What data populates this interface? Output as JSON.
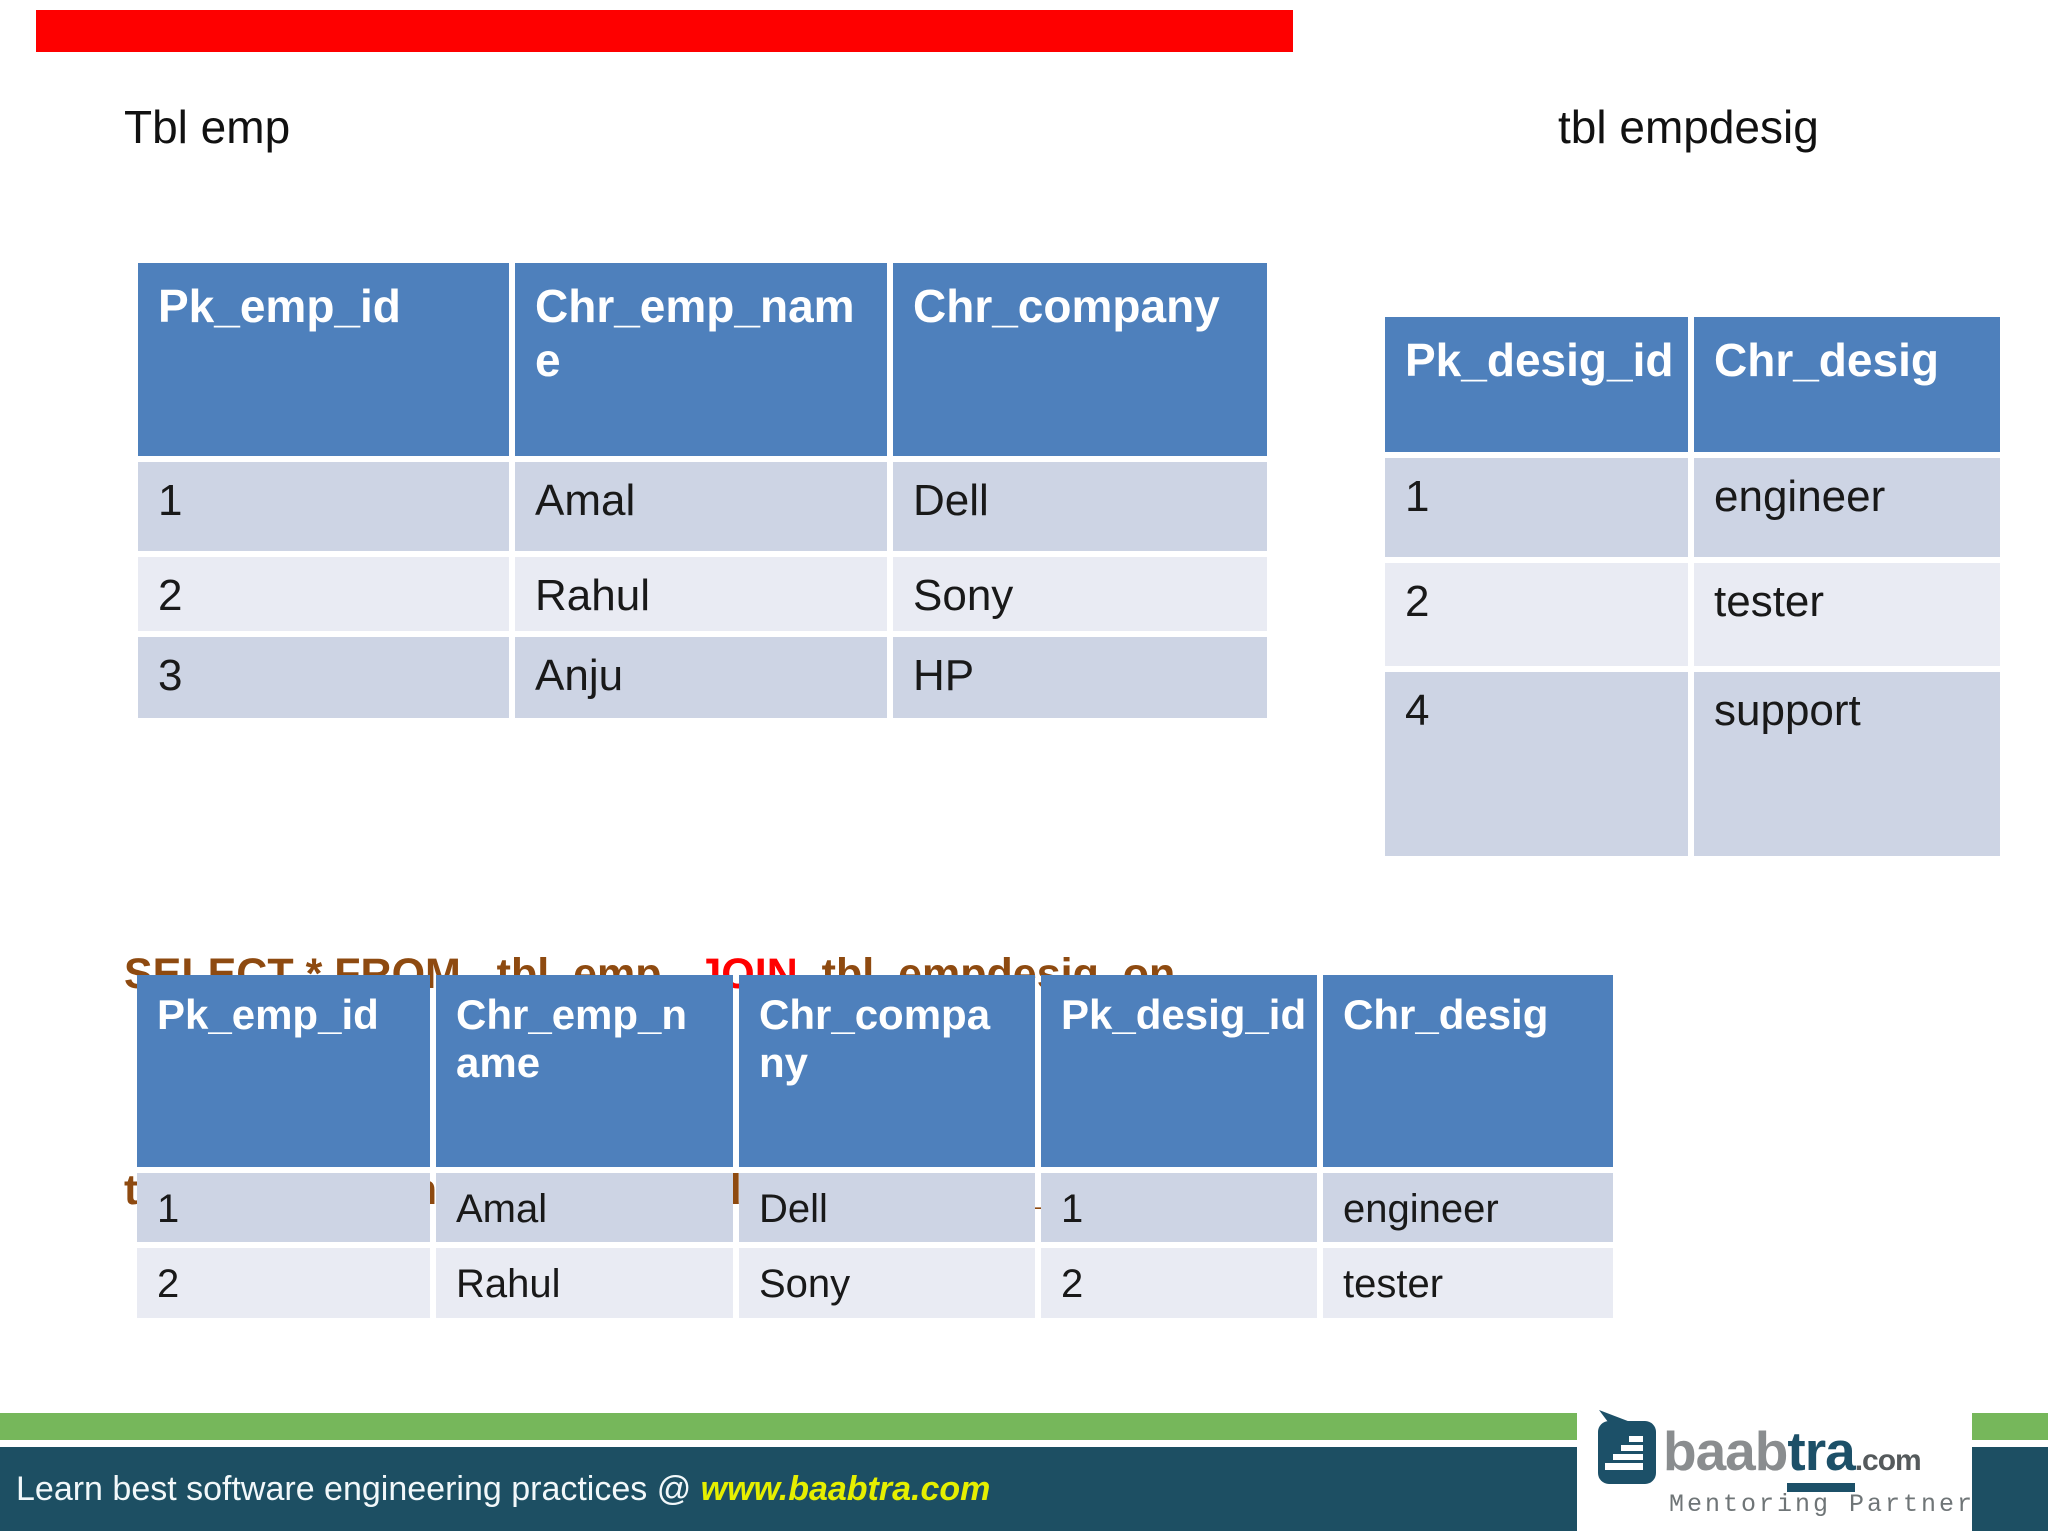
{
  "titles": {
    "left": "Tbl emp",
    "right": "tbl empdesig"
  },
  "sql": {
    "line1_before_join": "SELECT * FROM   tbl_emp   ",
    "join_keyword": "JOIN",
    "line1_after_join": "  tbl_empdesig  on",
    "line2": "tbl_emp.pk_emp_id=tbl_empdesig.pk_desig_id"
  },
  "tables": {
    "emp": {
      "headers": [
        "Pk_emp_id",
        "Chr_emp_nam\ne",
        "Chr_company"
      ],
      "rows": [
        [
          "1",
          "Amal",
          "Dell"
        ],
        [
          "2",
          "Rahul",
          "Sony"
        ],
        [
          "3",
          "Anju",
          "HP"
        ]
      ]
    },
    "empdesig": {
      "headers": [
        "Pk_desig_id",
        "Chr_desig"
      ],
      "rows": [
        [
          "1",
          "engineer"
        ],
        [
          "2",
          "tester"
        ],
        [
          "4",
          "support"
        ]
      ]
    },
    "join_result": {
      "headers": [
        "Pk_emp_id",
        "Chr_emp_n\name",
        "Chr_compa\nny",
        "Pk_desig_id",
        "Chr_desig"
      ],
      "rows": [
        [
          "1",
          "Amal",
          "Dell",
          "1",
          "engineer"
        ],
        [
          "2",
          "Rahul",
          "Sony",
          "2",
          "tester"
        ]
      ]
    }
  },
  "footer": {
    "text": "Learn best software engineering practices @ ",
    "link": "www.baabtra.com"
  },
  "logo": {
    "icon": "baabtra-bubble-stairs-icon",
    "brand_part1": "baab",
    "brand_part2": "tra",
    "brand_suffix": ".com",
    "tagline": "Mentoring Partner"
  },
  "colors": {
    "progress_red": "#fe0000",
    "header_blue": "#4e80bc",
    "row_dark": "#cdd4e4",
    "row_light": "#e9ebf3",
    "sql_brown": "#8e4a10",
    "join_red": "#ff0000",
    "footer_green": "#76b75b",
    "footer_teal": "#1d4f63",
    "link_yellow": "#e6ef00",
    "logo_teal": "#1c5068",
    "logo_gray": "#8a8d8f"
  }
}
